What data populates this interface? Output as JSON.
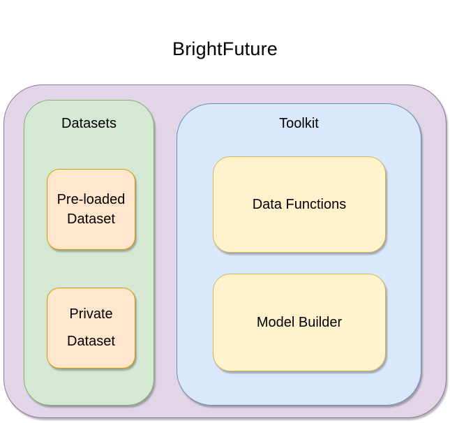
{
  "title": "BrightFuture",
  "diagram": {
    "datasets_group": {
      "label": "Datasets",
      "items": [
        {
          "name": "preloaded-dataset",
          "lines": [
            "Pre-loaded",
            "Dataset"
          ]
        },
        {
          "name": "private-dataset",
          "lines": [
            "Private",
            "Dataset"
          ]
        }
      ]
    },
    "toolkit_group": {
      "label": "Toolkit",
      "items": [
        {
          "name": "data-functions",
          "label": "Data Functions"
        },
        {
          "name": "model-builder",
          "label": "Model Builder"
        }
      ]
    }
  },
  "colors": {
    "canvas_background": "#ffffff",
    "outer_group_fill": "#e1d5e7",
    "outer_group_stroke": "#9673a6",
    "datasets_group_fill": "#d5e8d4",
    "datasets_group_stroke": "#82b366",
    "toolkit_group_fill": "#dae8fc",
    "toolkit_group_stroke": "#6c8ebf",
    "dataset_node_fill": "#ffe6cc",
    "dataset_node_stroke": "#d79b00",
    "tool_node_fill": "#fff2cc",
    "tool_node_stroke": "#d6b656",
    "text": "#000000"
  }
}
